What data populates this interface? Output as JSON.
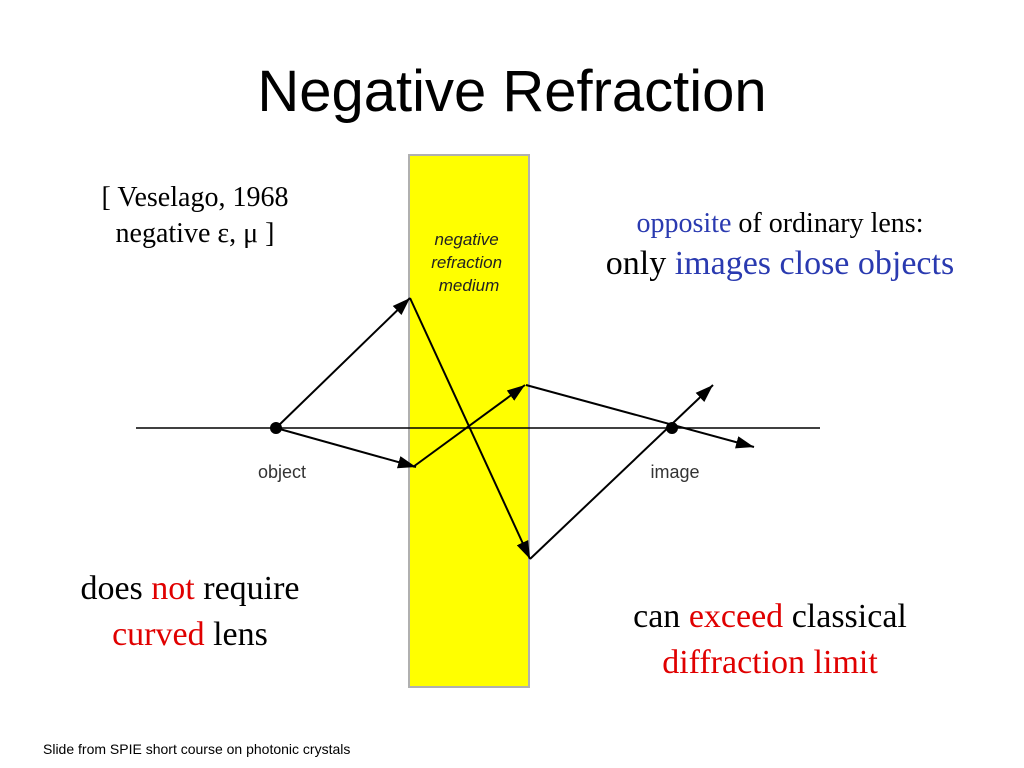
{
  "title": "Negative Refraction",
  "reference": {
    "line1": "[ Veselago, 1968",
    "line2": "negative ε, μ ]"
  },
  "diagram": {
    "medium_label": [
      "negative",
      "refraction",
      "medium"
    ],
    "object_label": "object",
    "image_label": "image"
  },
  "right_note": {
    "line1_emph": "opposite",
    "line1_rest": " of ordinary lens:",
    "line2_pre": "only ",
    "line2_emph": "images close objects"
  },
  "bottom_left_note": {
    "w1": "does ",
    "w2": "not",
    "w3": " require",
    "w4": "curved",
    "w5": " lens"
  },
  "bottom_right_note": {
    "w1": "can ",
    "w2": "exceed",
    "w3": " classical",
    "w4": "diffraction limit"
  },
  "footer": "Slide from SPIE short course on photonic crystals",
  "colors": {
    "medium_fill": "#ffff00",
    "medium_stroke": "#b0b0b0",
    "emphasis_blue": "#2a3ab0",
    "emphasis_red": "#e00000"
  }
}
